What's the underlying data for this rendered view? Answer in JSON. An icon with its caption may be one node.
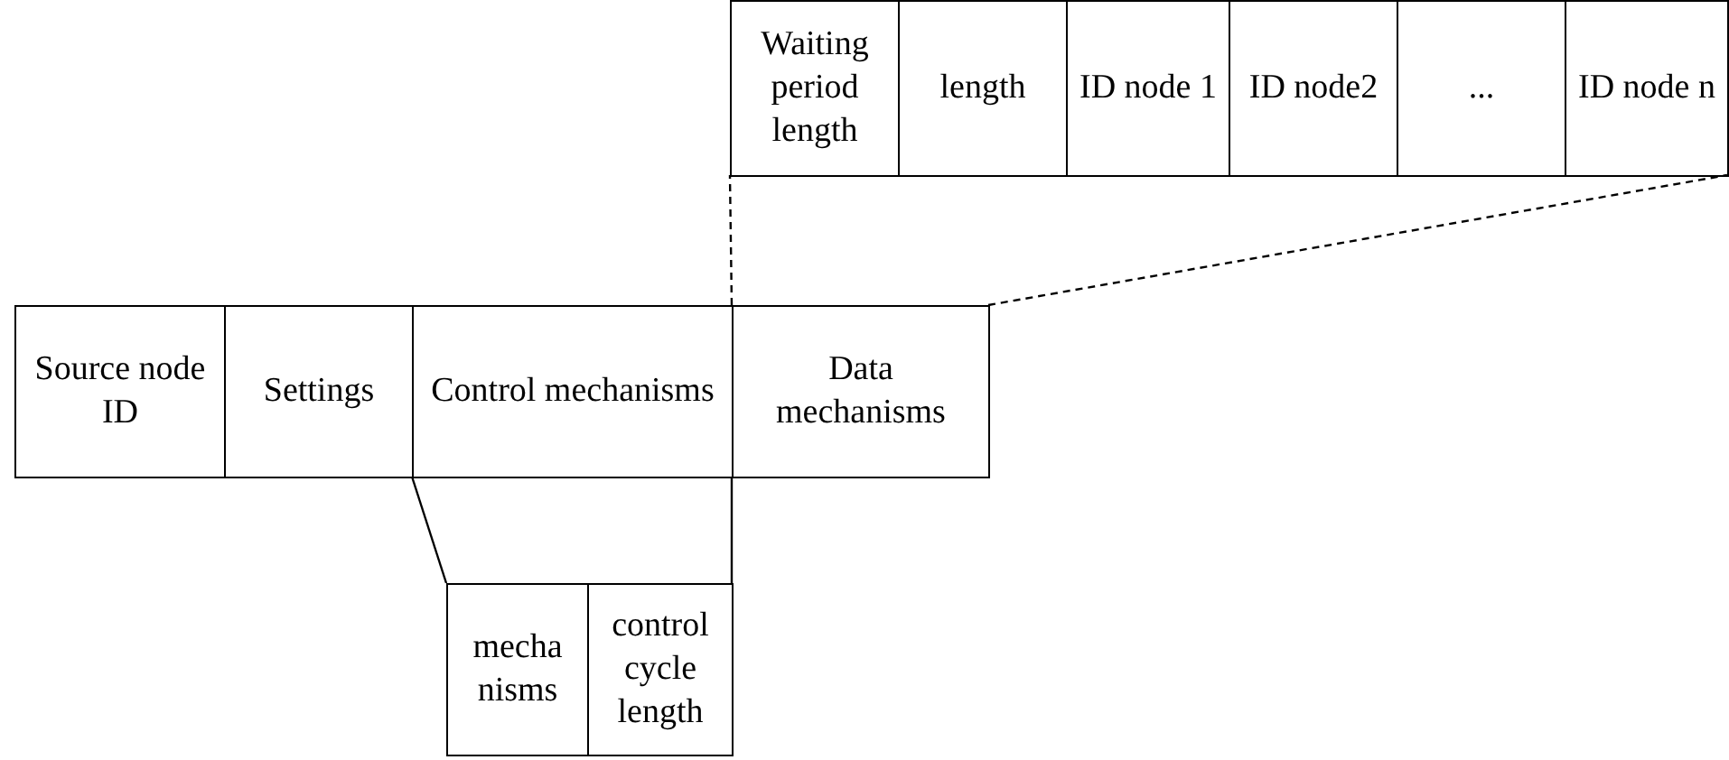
{
  "diagram": {
    "nodes": [
      {
        "text": [
          "Waiting period length"
        ]
      },
      {
        "text": [
          "length"
        ]
      },
      {
        "text": [
          "ID node 1"
        ]
      },
      {
        "text": [
          "ID node2"
        ]
      },
      {
        "text": [
          "..."
        ]
      },
      {
        "text": [
          "ID node n"
        ]
      },
      {
        "text": [
          "Source node ID"
        ]
      },
      {
        "text": [
          "Settings"
        ]
      },
      {
        "text": [
          "Control mechanisms"
        ]
      },
      {
        "text": [
          "Data mechanisms"
        ]
      },
      {
        "text": [
          "mecha nisms"
        ]
      },
      {
        "text": [
          "control cycle length"
        ]
      }
    ],
    "edges": [
      {
        "from": 9,
        "to": 0,
        "arrow": "none",
        "style": "dashed"
      },
      {
        "from": 9,
        "to": 5,
        "arrow": "none",
        "style": "dashed"
      },
      {
        "from": 8,
        "to": 10,
        "arrow": "none"
      },
      {
        "from": 8,
        "to": 11,
        "arrow": "none"
      }
    ]
  }
}
